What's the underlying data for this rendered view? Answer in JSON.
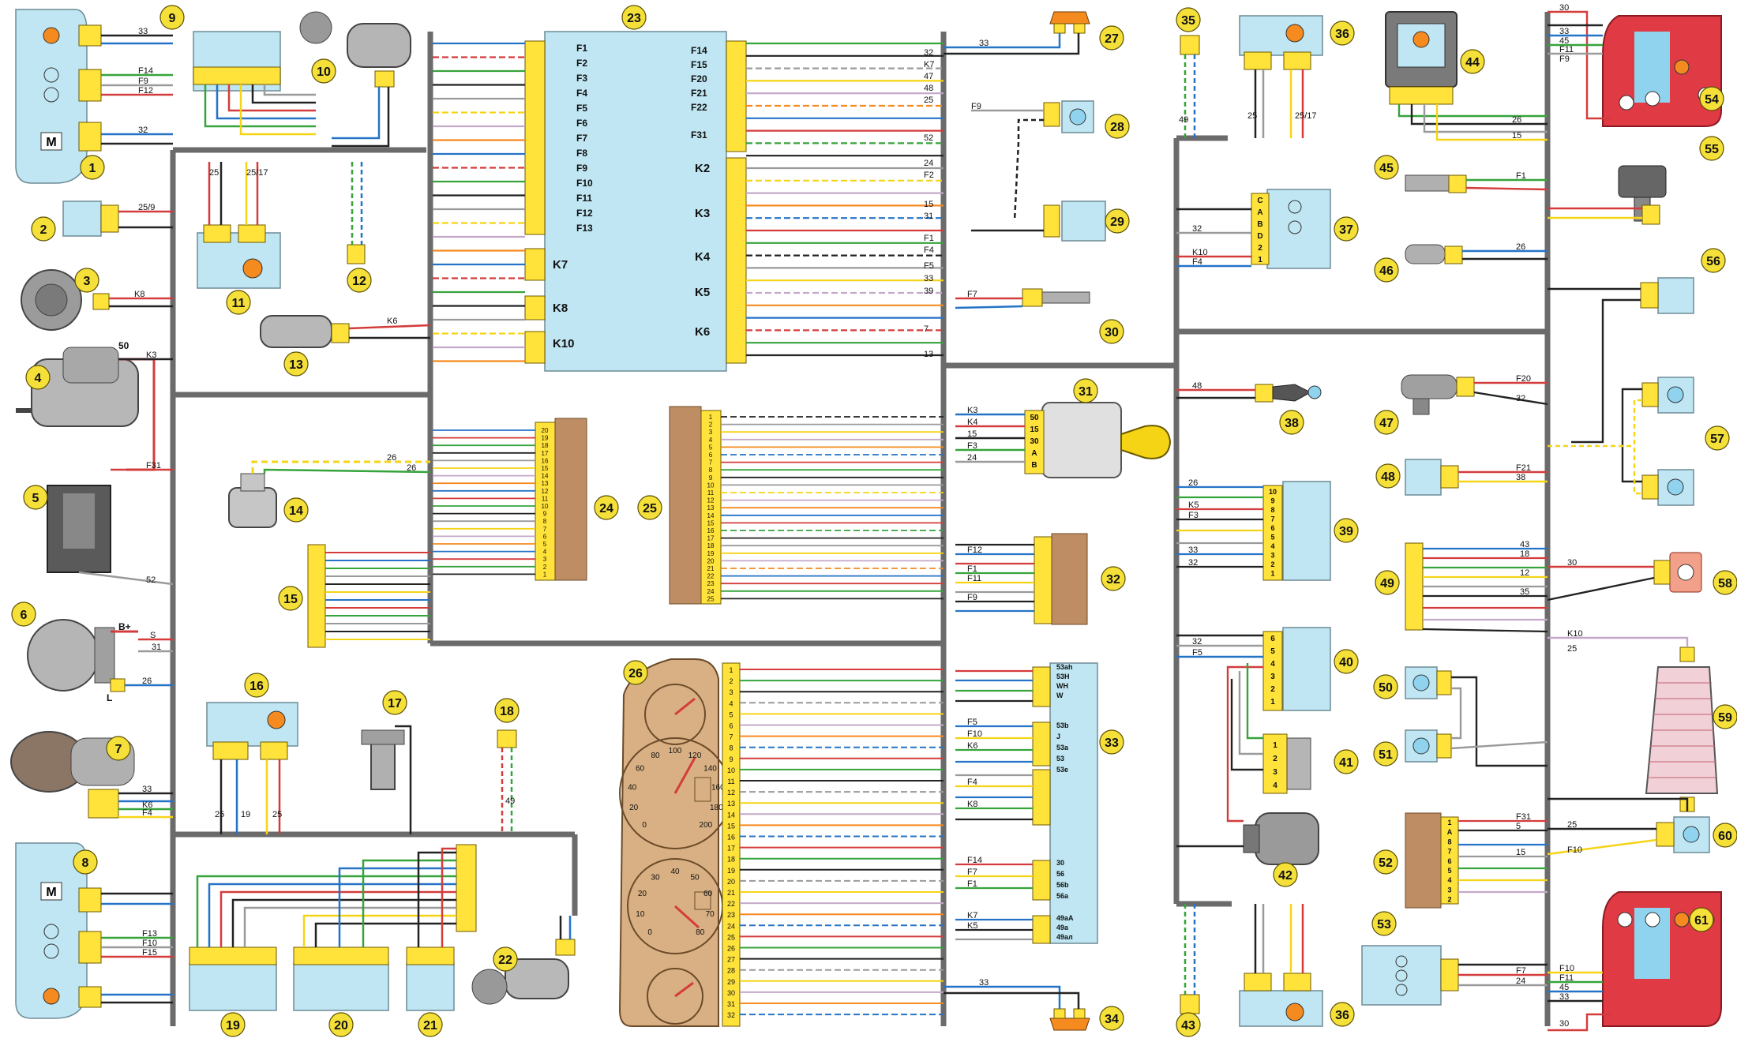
{
  "components": [
    {
      "id": "1",
      "num": "1"
    },
    {
      "id": "2",
      "num": "2"
    },
    {
      "id": "3",
      "num": "3"
    },
    {
      "id": "4",
      "num": "4"
    },
    {
      "id": "5",
      "num": "5"
    },
    {
      "id": "6",
      "num": "6"
    },
    {
      "id": "7",
      "num": "7"
    },
    {
      "id": "8",
      "num": "8"
    },
    {
      "id": "9",
      "num": "9"
    },
    {
      "id": "10",
      "num": "10"
    },
    {
      "id": "11",
      "num": "11"
    },
    {
      "id": "12",
      "num": "12"
    },
    {
      "id": "13",
      "num": "13"
    },
    {
      "id": "14",
      "num": "14"
    },
    {
      "id": "15",
      "num": "15"
    },
    {
      "id": "16",
      "num": "16"
    },
    {
      "id": "17",
      "num": "17"
    },
    {
      "id": "18",
      "num": "18"
    },
    {
      "id": "19",
      "num": "19"
    },
    {
      "id": "20",
      "num": "20"
    },
    {
      "id": "21",
      "num": "21"
    },
    {
      "id": "22",
      "num": "22"
    },
    {
      "id": "23",
      "num": "23"
    },
    {
      "id": "24",
      "num": "24"
    },
    {
      "id": "25",
      "num": "25"
    },
    {
      "id": "26",
      "num": "26"
    },
    {
      "id": "27",
      "num": "27"
    },
    {
      "id": "28",
      "num": "28"
    },
    {
      "id": "29",
      "num": "29"
    },
    {
      "id": "30",
      "num": "30"
    },
    {
      "id": "31",
      "num": "31"
    },
    {
      "id": "32",
      "num": "32"
    },
    {
      "id": "33",
      "num": "33"
    },
    {
      "id": "34",
      "num": "34"
    },
    {
      "id": "35",
      "num": "35"
    },
    {
      "id": "36a",
      "num": "36"
    },
    {
      "id": "36b",
      "num": "36"
    },
    {
      "id": "37",
      "num": "37"
    },
    {
      "id": "38",
      "num": "38"
    },
    {
      "id": "39",
      "num": "39"
    },
    {
      "id": "40",
      "num": "40"
    },
    {
      "id": "41",
      "num": "41"
    },
    {
      "id": "42",
      "num": "42"
    },
    {
      "id": "43",
      "num": "43"
    },
    {
      "id": "44",
      "num": "44"
    },
    {
      "id": "45",
      "num": "45"
    },
    {
      "id": "46",
      "num": "46"
    },
    {
      "id": "47",
      "num": "47"
    },
    {
      "id": "48",
      "num": "48"
    },
    {
      "id": "49",
      "num": "49"
    },
    {
      "id": "50",
      "num": "50"
    },
    {
      "id": "51",
      "num": "51"
    },
    {
      "id": "52",
      "num": "52"
    },
    {
      "id": "53",
      "num": "53"
    },
    {
      "id": "54",
      "num": "54"
    },
    {
      "id": "55",
      "num": "55"
    },
    {
      "id": "56",
      "num": "56"
    },
    {
      "id": "57",
      "num": "57"
    },
    {
      "id": "58",
      "num": "58"
    },
    {
      "id": "59",
      "num": "59"
    },
    {
      "id": "60",
      "num": "60"
    },
    {
      "id": "61",
      "num": "61"
    }
  ],
  "fuse_box": {
    "left_fuses": [
      "F1",
      "F2",
      "F3",
      "F4",
      "F5",
      "F6",
      "F7",
      "F8",
      "F9",
      "F10",
      "F11",
      "F12",
      "F13"
    ],
    "right_fuses": [
      "F14",
      "F15",
      "F20",
      "F21",
      "F22",
      "F31"
    ],
    "left_relays": [
      "K7",
      "K8",
      "K10"
    ],
    "right_relays": [
      "K2",
      "K3",
      "K4",
      "K5",
      "K6"
    ]
  },
  "ignition_switch_pins": [
    "50",
    "15",
    "30",
    "A",
    "B"
  ],
  "starter_label": "50",
  "generator_labels": [
    "B+",
    "L"
  ],
  "wire_labels": {
    "comp1": [
      "33",
      "F14",
      "F9",
      "F12",
      "32"
    ],
    "comp2": [
      "25/9"
    ],
    "comp3": [
      "K8"
    ],
    "comp4": [
      "K3"
    ],
    "comp5": [
      "F31"
    ],
    "comp6": [
      "52",
      "S",
      "31",
      "26"
    ],
    "comp7": [
      "33",
      "K6",
      "F4"
    ],
    "comp8": [
      "F13",
      "F10",
      "F15"
    ],
    "comp11": [
      "25",
      "25/17"
    ],
    "comp13": [
      "K6"
    ],
    "comp14": [
      "26",
      "26"
    ],
    "comp16": [
      "25",
      "19",
      "25"
    ],
    "comp18": [
      "49"
    ],
    "right_fuse_side": [
      "32",
      "K7",
      "47",
      "48",
      "25",
      "52",
      "24",
      "F2",
      "15",
      "31",
      "F1",
      "F4",
      "F5",
      "33",
      "39",
      "7",
      "13"
    ],
    "comp27": [
      "33"
    ],
    "comp28": [
      "F9"
    ],
    "comp30": [
      "F7"
    ],
    "comp31": [
      "K3",
      "K4",
      "15",
      "F3",
      "24"
    ],
    "comp32": [
      "F12",
      "F1",
      "F11",
      "F9"
    ],
    "comp33": [
      "F5",
      "F10",
      "K6",
      "F4",
      "K8",
      "F14",
      "F7",
      "F1",
      "K7",
      "K5"
    ],
    "comp34": [
      "33"
    ],
    "comp35": [
      "49"
    ],
    "comp36a": [
      "25",
      "25/17"
    ],
    "comp37": [
      "32",
      "K10",
      "F4"
    ],
    "comp38": [
      "48"
    ],
    "comp39": [
      "26",
      "K5",
      "F3",
      "33",
      "32"
    ],
    "comp40": [
      "32",
      "F5"
    ],
    "comp44": [
      "26",
      "15"
    ],
    "comp45": [
      "F1"
    ],
    "comp46": [
      "26"
    ],
    "comp47": [
      "F20",
      "32"
    ],
    "comp48": [
      "F21",
      "38"
    ],
    "comp49": [
      "43",
      "18",
      "12",
      "35"
    ],
    "comp52": [
      "F31",
      "5",
      "15"
    ],
    "comp53": [
      "F7",
      "24"
    ],
    "comp54": [
      "30",
      "33",
      "45",
      "F11",
      "F9"
    ],
    "comp58": [
      "30"
    ],
    "comp59": [
      "K10",
      "25"
    ],
    "comp60": [
      "25",
      "F10"
    ],
    "comp61": [
      "F10",
      "F11",
      "45",
      "33",
      "30"
    ]
  },
  "instrument_cluster": {
    "speed_ticks": [
      "0",
      "20",
      "40",
      "60",
      "80",
      "100",
      "120",
      "140",
      "160",
      "180",
      "200"
    ],
    "rpm_ticks": [
      "0",
      "10",
      "20",
      "30",
      "40",
      "50",
      "60",
      "70",
      "80"
    ]
  },
  "switch33_contacts": [
    "53ah",
    "53H",
    "WH",
    "W",
    "53b",
    "J",
    "53a",
    "53",
    "53e",
    "30",
    "56",
    "56b",
    "56a",
    "49aA",
    "49a",
    "49aл"
  ],
  "connector_pins": {
    "comp24": [
      "20",
      "19",
      "18",
      "17",
      "16",
      "15",
      "14",
      "13",
      "12",
      "11",
      "10",
      "9",
      "8",
      "7",
      "6",
      "5",
      "4",
      "3",
      "2",
      "1"
    ],
    "comp25": [
      "1",
      "2",
      "3",
      "4",
      "5",
      "6",
      "7",
      "8",
      "9",
      "10",
      "11",
      "12",
      "13",
      "14",
      "15",
      "16",
      "17",
      "18",
      "19",
      "20",
      "21",
      "22",
      "23",
      "24",
      "25"
    ],
    "comp26": [
      "1",
      "2",
      "3",
      "4",
      "5",
      "6",
      "7",
      "8",
      "9",
      "10",
      "11",
      "12",
      "13",
      "14",
      "15",
      "16",
      "17",
      "18",
      "19",
      "20",
      "21",
      "22",
      "23",
      "24",
      "25",
      "26",
      "27",
      "28",
      "29",
      "30",
      "31",
      "32"
    ],
    "comp39": [
      "10",
      "9",
      "8",
      "7",
      "6",
      "5",
      "4",
      "3",
      "2",
      "1"
    ],
    "comp40": [
      "6",
      "5",
      "4",
      "3",
      "2",
      "1"
    ],
    "comp41": [
      "1",
      "2",
      "3",
      "4"
    ],
    "comp37": [
      "C",
      "A",
      "B",
      "D",
      "2",
      "1"
    ],
    "comp52": [
      "1",
      "A",
      "8",
      "7",
      "6",
      "5",
      "4",
      "3",
      "2"
    ]
  },
  "colors": {
    "box_fill": "#bfe6f2",
    "connector": "#ffe23a",
    "harness": "#666666",
    "cluster": "#d9b083",
    "lamp_red": "#e03a45",
    "lamp_blue": "#8fd3ef",
    "key": "#f5d416"
  }
}
